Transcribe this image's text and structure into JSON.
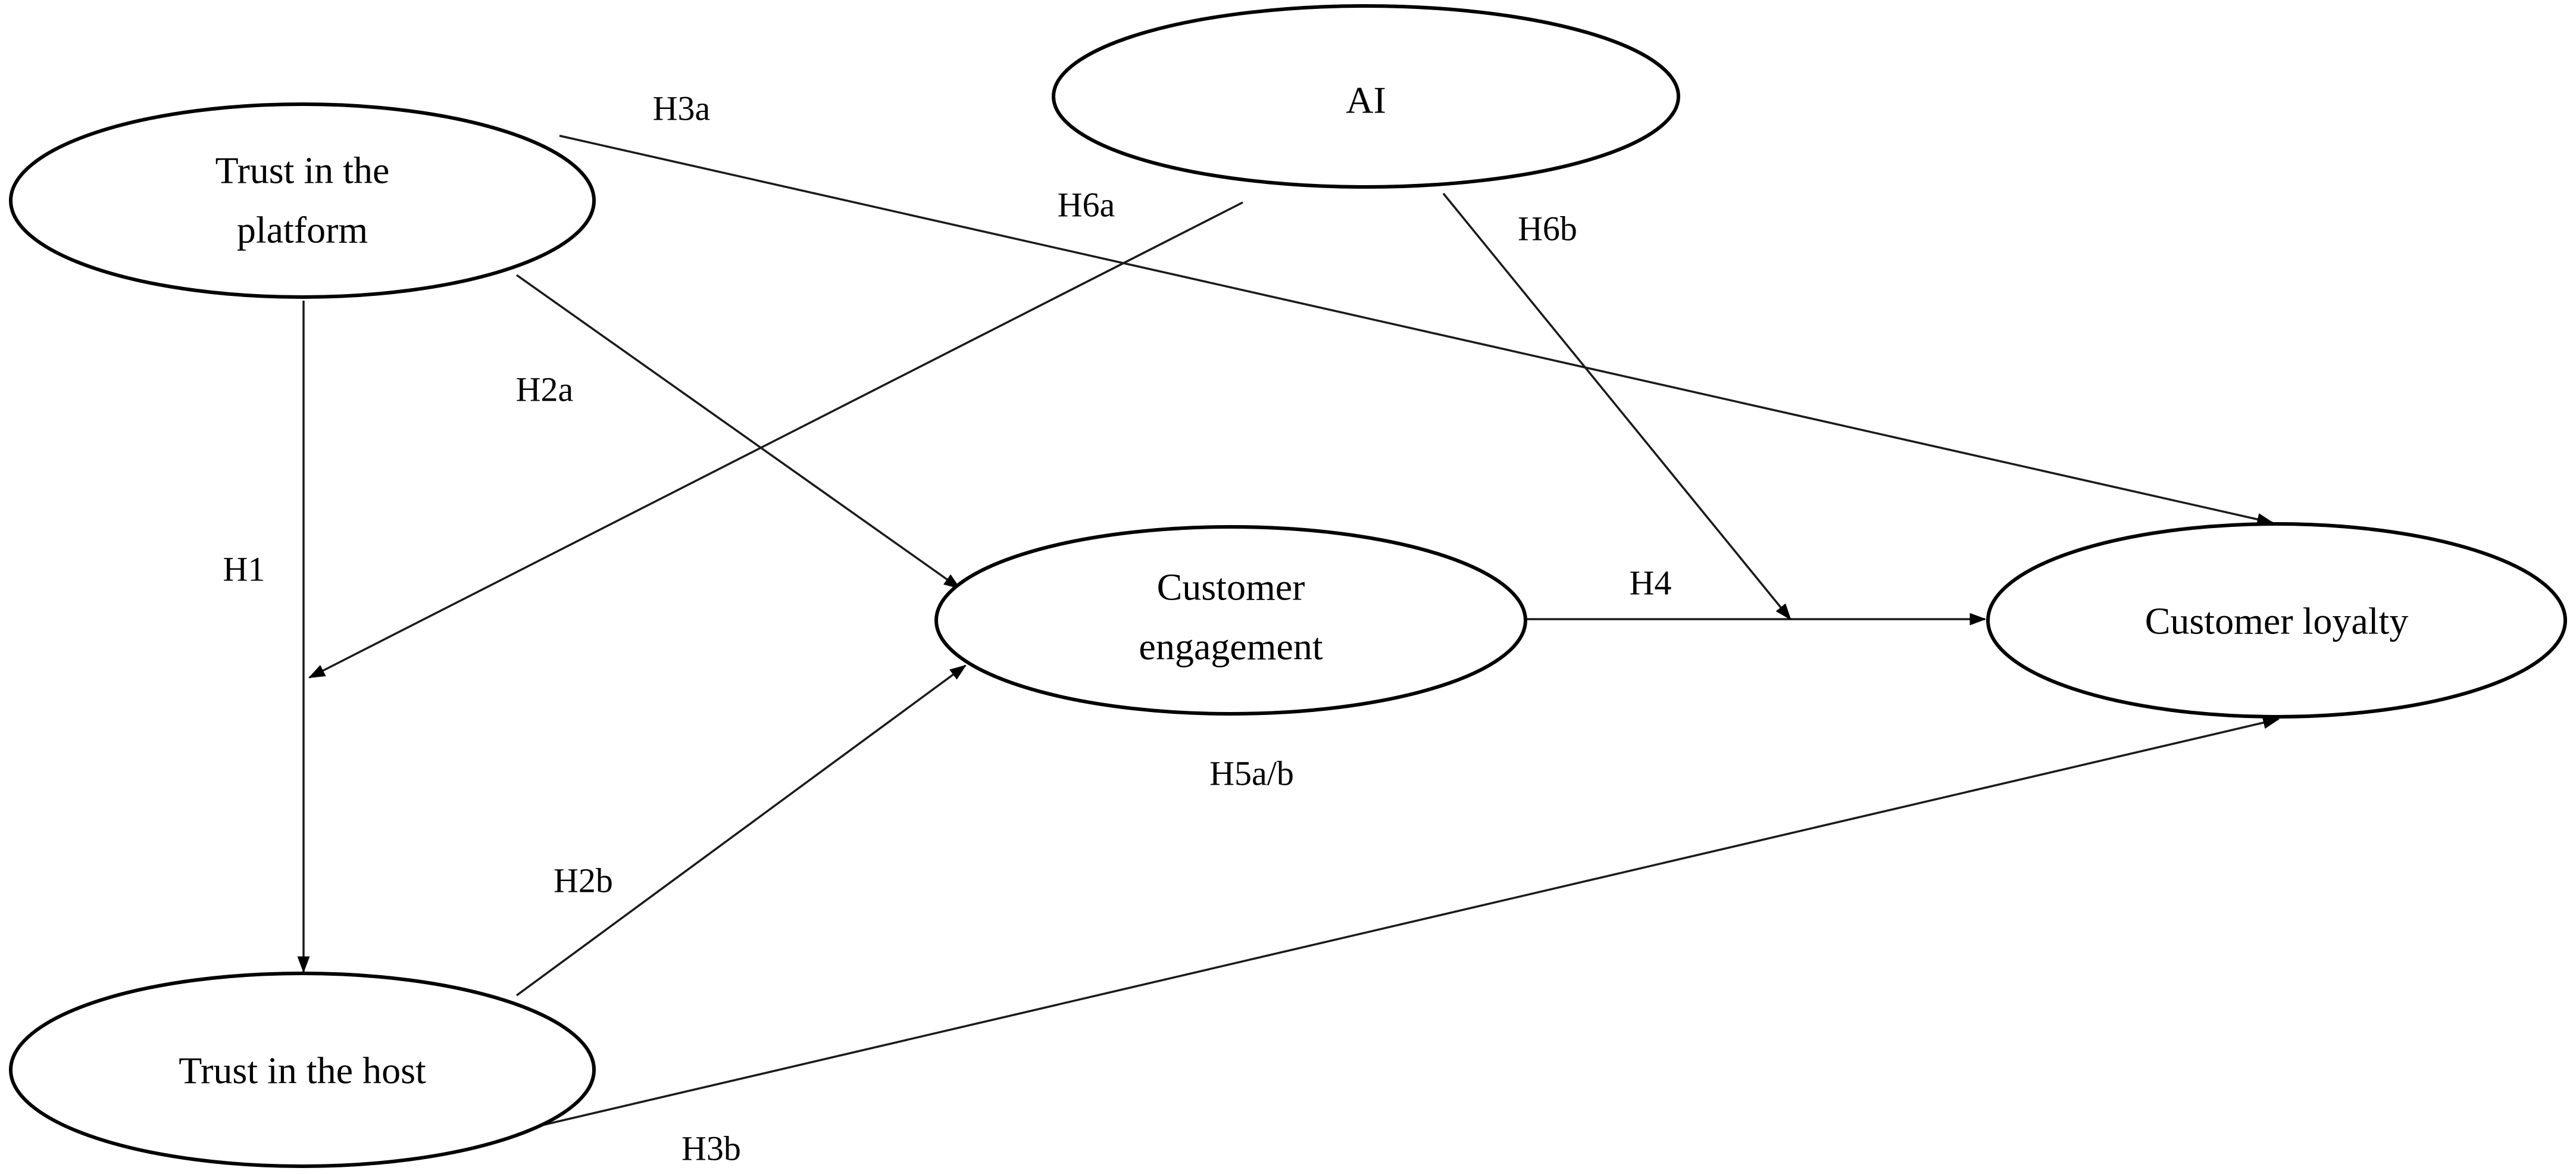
{
  "nodes": {
    "trust_platform": {
      "line1": "Trust in the",
      "line2": "platform"
    },
    "ai": {
      "label": "AI"
    },
    "customer_engagement": {
      "line1": "Customer",
      "line2": "engagement"
    },
    "customer_loyalty": {
      "label": "Customer loyalty"
    },
    "trust_host": {
      "label": "Trust in the host"
    }
  },
  "edges": [
    {
      "id": "h1",
      "label": "H1",
      "from": "Trust in the platform",
      "to": "Trust in the host"
    },
    {
      "id": "h2a",
      "label": "H2a",
      "from": "Trust in the platform",
      "to": "Customer engagement"
    },
    {
      "id": "h2b",
      "label": "H2b",
      "from": "Trust in the host",
      "to": "Customer engagement"
    },
    {
      "id": "h3a",
      "label": "H3a",
      "from": "Trust in the platform",
      "to": "Customer loyalty"
    },
    {
      "id": "h3b",
      "label": "H3b",
      "from": "Trust in the host",
      "to": "Customer loyalty"
    },
    {
      "id": "h4",
      "label": "H4",
      "from": "Customer engagement",
      "to": "Customer loyalty"
    },
    {
      "id": "h6a",
      "label": "H6a",
      "from": "AI",
      "to": "H1 path"
    },
    {
      "id": "h6b",
      "label": "H6b",
      "from": "AI",
      "to": "H4 path"
    }
  ],
  "annotations": {
    "h5": "H5a/b"
  },
  "colors": {
    "stroke": "#000000",
    "fill": "#ffffff",
    "text": "#000000"
  }
}
